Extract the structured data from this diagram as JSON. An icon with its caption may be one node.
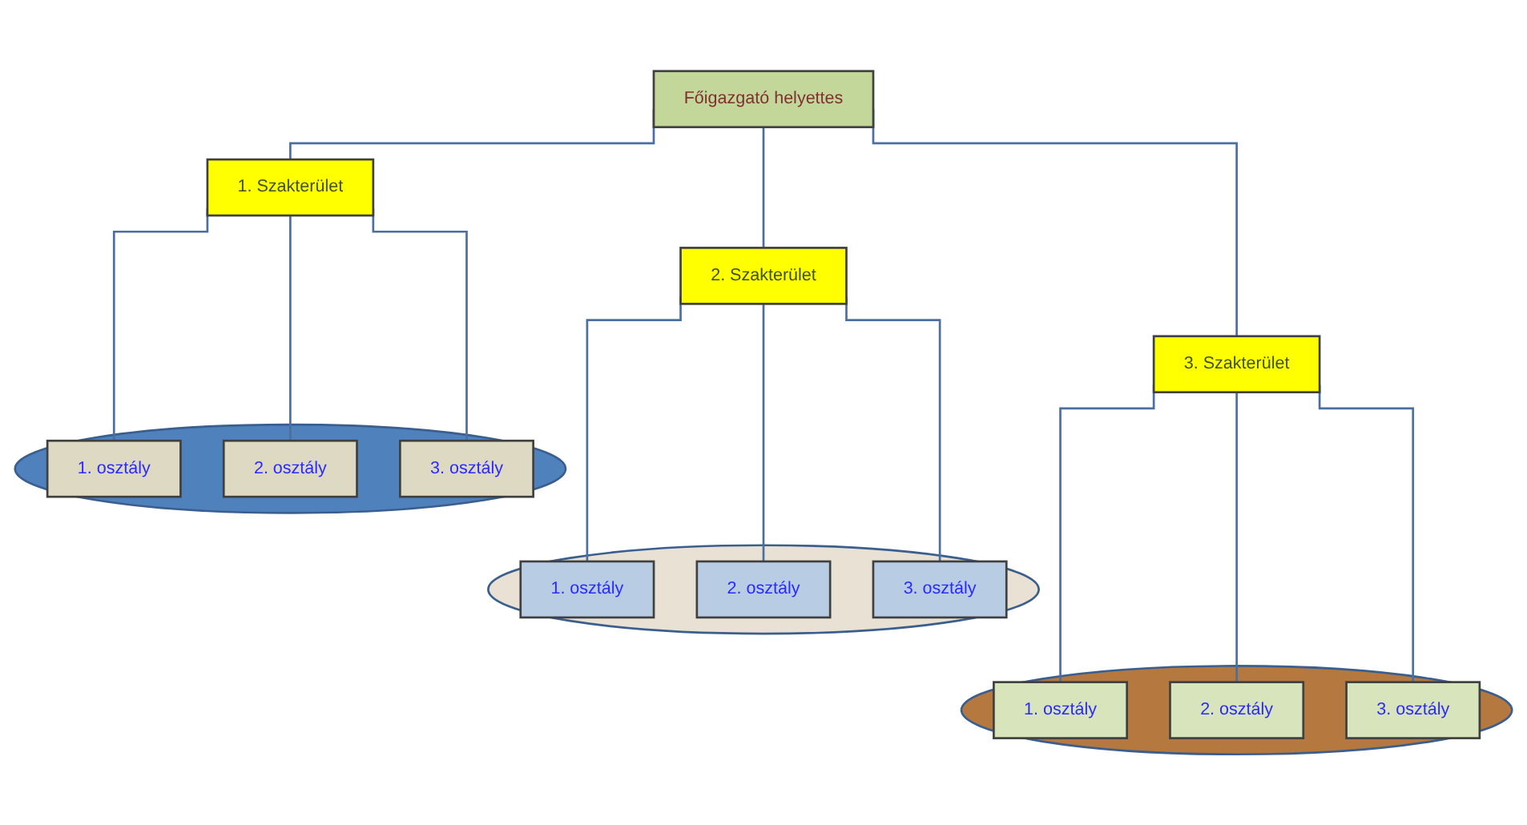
{
  "diagram": {
    "nodes": [
      {
        "text": [
          "Főigazgató helyettes"
        ]
      },
      {
        "text": [
          "1. Szakterület"
        ]
      },
      {
        "text": [
          "2. Szakterület"
        ]
      },
      {
        "text": [
          "3. Szakterület"
        ]
      },
      {
        "text": [],
        "shape": "ellipse"
      },
      {
        "text": [
          "1. osztály"
        ],
        "in": 4
      },
      {
        "text": [
          "2. osztály"
        ],
        "in": 4
      },
      {
        "text": [
          "3. osztály"
        ],
        "in": 4
      },
      {
        "text": [],
        "shape": "ellipse"
      },
      {
        "text": [
          "1. osztály"
        ],
        "in": 8
      },
      {
        "text": [
          "2. osztály"
        ],
        "in": 8
      },
      {
        "text": [
          "3. osztály"
        ],
        "in": 8
      },
      {
        "text": [],
        "shape": "ellipse"
      },
      {
        "text": [
          "1. osztály"
        ],
        "in": 12
      },
      {
        "text": [
          "2. osztály"
        ],
        "in": 12
      },
      {
        "text": [
          "3. osztály"
        ],
        "in": 12
      }
    ],
    "edges": [
      {
        "from": 0,
        "to": 1,
        "arrow": "none"
      },
      {
        "from": 0,
        "to": 2,
        "arrow": "none"
      },
      {
        "from": 0,
        "to": 3,
        "arrow": "none"
      },
      {
        "from": 1,
        "to": 5,
        "arrow": "none"
      },
      {
        "from": 1,
        "to": 6,
        "arrow": "none"
      },
      {
        "from": 1,
        "to": 7,
        "arrow": "none"
      },
      {
        "from": 2,
        "to": 9,
        "arrow": "none"
      },
      {
        "from": 2,
        "to": 10,
        "arrow": "none"
      },
      {
        "from": 2,
        "to": 11,
        "arrow": "none"
      },
      {
        "from": 3,
        "to": 13,
        "arrow": "none"
      },
      {
        "from": 3,
        "to": 14,
        "arrow": "none"
      },
      {
        "from": 3,
        "to": 15,
        "arrow": "none"
      }
    ]
  }
}
